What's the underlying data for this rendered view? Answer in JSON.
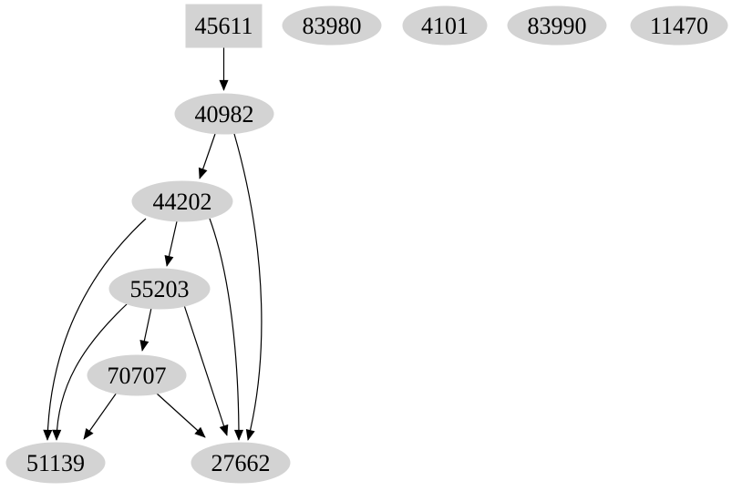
{
  "diagram": {
    "type": "directed-graph",
    "background_color": "#ffffff",
    "node_fill_color": "#d3d3d3",
    "edge_color": "#000000",
    "text_color": "#000000",
    "nodes": [
      {
        "id": "45611",
        "label": "45611",
        "shape": "box"
      },
      {
        "id": "83980",
        "label": "83980",
        "shape": "ellipse"
      },
      {
        "id": "4101",
        "label": "4101",
        "shape": "ellipse"
      },
      {
        "id": "83990",
        "label": "83990",
        "shape": "ellipse"
      },
      {
        "id": "11470",
        "label": "11470",
        "shape": "ellipse"
      },
      {
        "id": "40982",
        "label": "40982",
        "shape": "ellipse"
      },
      {
        "id": "44202",
        "label": "44202",
        "shape": "ellipse"
      },
      {
        "id": "55203",
        "label": "55203",
        "shape": "ellipse"
      },
      {
        "id": "70707",
        "label": "70707",
        "shape": "ellipse"
      },
      {
        "id": "51139",
        "label": "51139",
        "shape": "ellipse"
      },
      {
        "id": "27662",
        "label": "27662",
        "shape": "ellipse"
      }
    ],
    "edges": [
      {
        "from": "45611",
        "to": "40982"
      },
      {
        "from": "40982",
        "to": "44202"
      },
      {
        "from": "40982",
        "to": "27662"
      },
      {
        "from": "44202",
        "to": "55203"
      },
      {
        "from": "44202",
        "to": "51139"
      },
      {
        "from": "44202",
        "to": "27662"
      },
      {
        "from": "55203",
        "to": "70707"
      },
      {
        "from": "55203",
        "to": "51139"
      },
      {
        "from": "55203",
        "to": "27662"
      },
      {
        "from": "70707",
        "to": "51139"
      },
      {
        "from": "70707",
        "to": "27662"
      }
    ]
  }
}
